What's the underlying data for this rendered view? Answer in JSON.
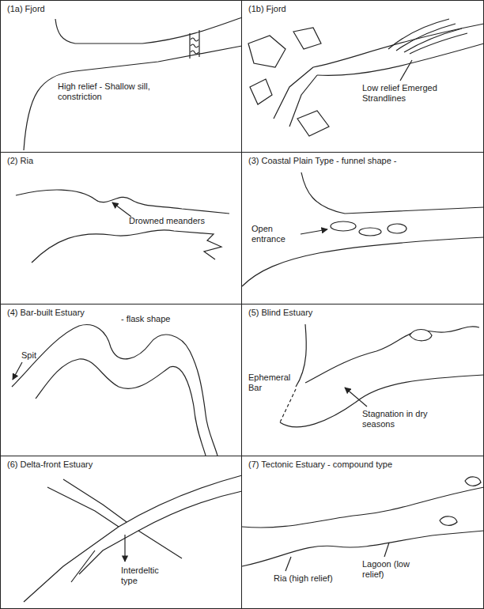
{
  "diagram": {
    "nodes": [
      {
        "text": [
          "(1a) Fjord",
          "High relief - Shallow sill, constriction"
        ]
      },
      {
        "text": [
          "(1b) Fjord",
          "Low relief Emerged Strandlines"
        ]
      },
      {
        "text": [
          "(2) Ria",
          "Drowned meanders"
        ]
      },
      {
        "text": [
          "(3) Coastal Plain Type - funnel shape -",
          "Open entrance"
        ]
      },
      {
        "text": [
          "(4) Bar-built Estuary",
          "- flask shape",
          "Spit"
        ]
      },
      {
        "text": [
          "(5) Blind Estuary",
          "Ephemeral Bar",
          "Stagnation in dry seasons"
        ]
      },
      {
        "text": [
          "(6) Delta-front Estuary",
          "Interdeltic type"
        ]
      },
      {
        "text": [
          "(7) Tectonic Estuary - compound type",
          "Ria (high relief)",
          "Lagoon (low relief)"
        ]
      }
    ]
  }
}
